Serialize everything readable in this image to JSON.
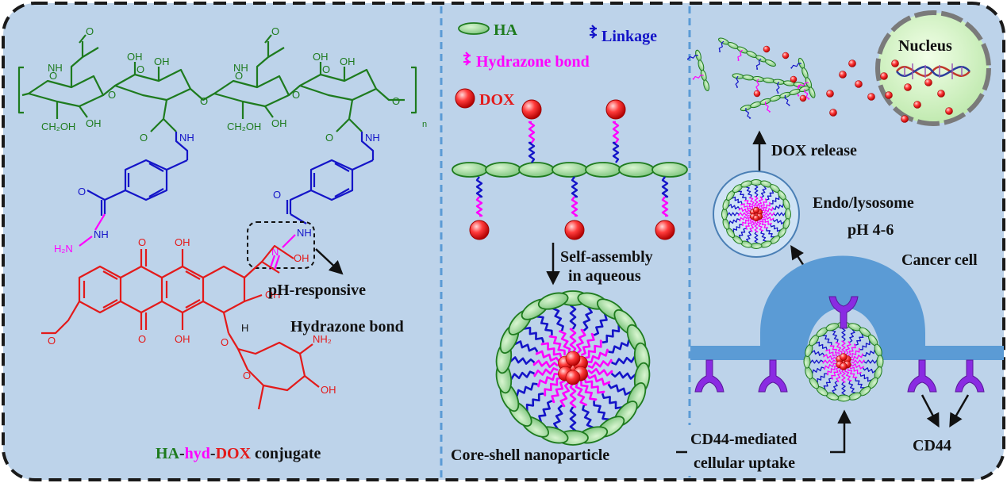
{
  "colors": {
    "panel_bg": "#bdd3ea",
    "frame": "#1a1a1a",
    "divider": "#5b9bd5",
    "ha": "#1e7b1e",
    "ha_fill": "#8fd08f",
    "linkage": "#1414c8",
    "hydrazone": "#ff00ff",
    "dox": "#e31a1a",
    "receptor": "#8a2be2",
    "membrane": "#5b9bd5",
    "nucleus_fill": "#cff0c0",
    "nucleus_stroke": "#7a7a7a"
  },
  "panel1": {
    "atom_labels": {
      "n": "n",
      "o": "O",
      "oh": "OH",
      "nh": "NH",
      "ch2oh": "CH₂OH",
      "n_atom": "N",
      "h2n": "H₂N",
      "nh2": "NH₂",
      "h": "H"
    },
    "callout_ph": "pH-responsive",
    "callout_bond": "Hydrazone bond",
    "caption_ha": "HA",
    "caption_dash1": "-",
    "caption_hyd": "hyd",
    "caption_dash2": "-",
    "caption_dox": "DOX",
    "caption_rest": " conjugate"
  },
  "panel2": {
    "legend_ha": "HA",
    "legend_linkage": "Linkage",
    "legend_hydrazone": "Hydrazone bond",
    "legend_dox": "DOX",
    "assembly_line1": "Self-assembly",
    "assembly_line2": "in aqueous",
    "caption": "Core-shell nanoparticle"
  },
  "panel3": {
    "nucleus": "Nucleus",
    "dox_release": "DOX release",
    "endo_line1": "Endo/lysosome",
    "endo_line2": "pH 4-6",
    "cancer_cell": "Cancer cell",
    "uptake_line1": "CD44-mediated",
    "uptake_line2": "cellular uptake",
    "cd44": "CD44"
  }
}
